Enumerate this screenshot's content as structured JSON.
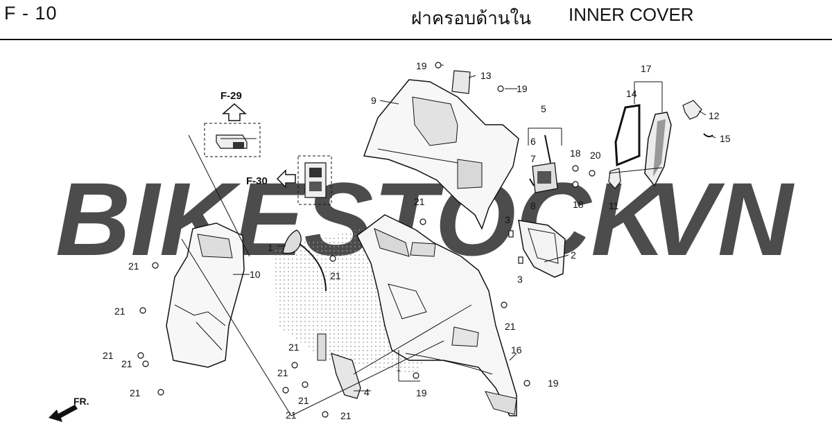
{
  "page": {
    "code": "F - 10",
    "title_th": "ฝาครอบด้านใน",
    "title_en": "INNER COVER"
  },
  "watermark": {
    "part1": "BIKESTOCK",
    "part2": "VN",
    "color1": "#bdbdbd",
    "color2": "#f2a3a3"
  },
  "refs": {
    "f29": "F-29",
    "f30": "F-30",
    "front": "FR."
  },
  "callouts": {
    "c1": "1",
    "c2": "2",
    "c3a": "3",
    "c3b": "3",
    "c4": "4",
    "c5": "5",
    "c6": "6",
    "c7": "7",
    "c8": "8",
    "c9": "9",
    "c10": "10",
    "c11": "11",
    "c12": "12",
    "c13": "13",
    "c14": "14",
    "c15": "15",
    "c16": "16",
    "c17": "17",
    "c18a": "18",
    "c18b": "18",
    "c19a": "19",
    "c19b": "19",
    "c19c": "19",
    "c19d": "19",
    "c20": "20",
    "c21a": "21",
    "c21b": "21",
    "c21c": "21",
    "c21d": "21",
    "c21e": "21",
    "c21f": "21",
    "c21g": "21",
    "c21h": "21",
    "c21i": "21",
    "c21j": "21",
    "c21k": "21",
    "c21l": "21",
    "c21m": "21"
  }
}
